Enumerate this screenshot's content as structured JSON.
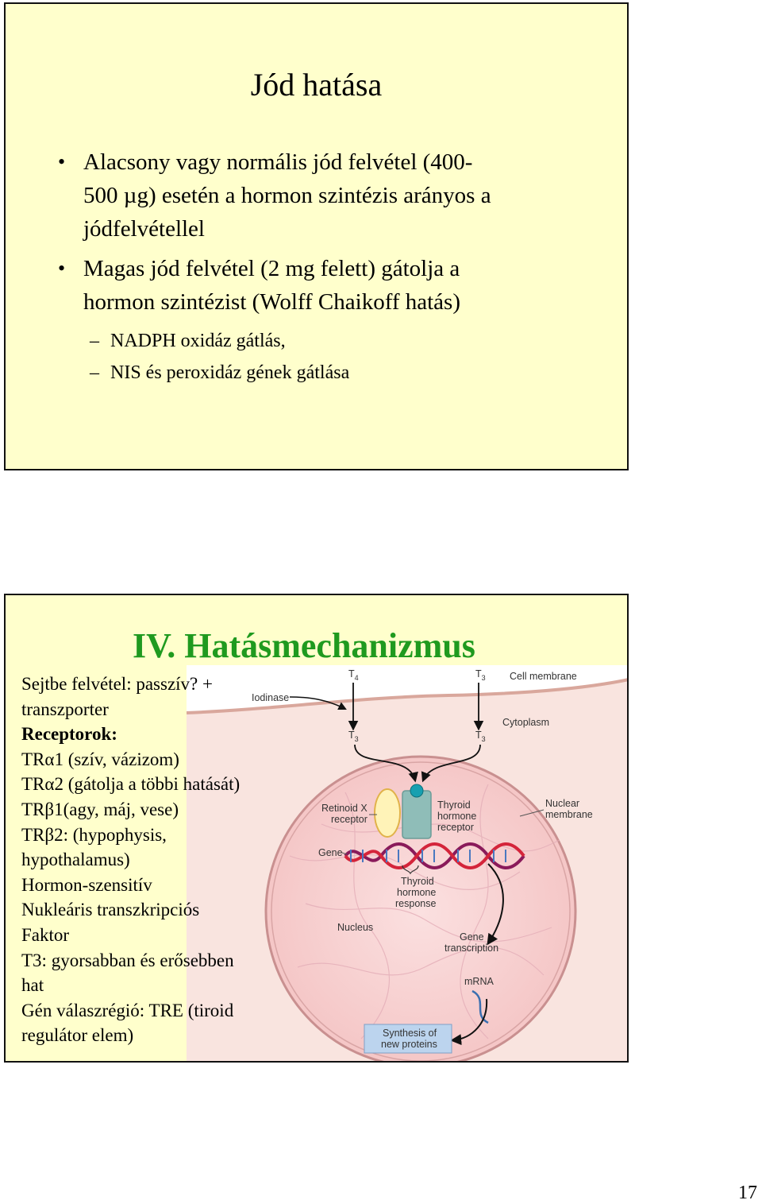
{
  "slide1": {
    "title": "Jód hatása",
    "bullets": [
      {
        "lines": [
          "Alacsony vagy normális jód felvétel (400-",
          "500 µg) esetén a hormon szintézis arányos a",
          "jódfelvétellel"
        ]
      },
      {
        "lines": [
          "Magas jód felvétel (2 mg felett) gátolja a",
          "hormon szintézist (Wolff Chaikoff hatás)"
        ]
      }
    ],
    "bullet_symbol": "•",
    "dash_symbol": "–",
    "subitems": [
      "NADPH oxidáz gátlás,",
      "NIS és peroxidáz gének gátlása"
    ]
  },
  "slide2": {
    "title": "IV. Hatásmechanizmus",
    "title_color": "#1f9a1f",
    "text_lines": [
      "Sejtbe felvétel: passzív? +",
      "transzporter",
      "Receptorok:",
      "TRα1 (szív, vázizom)",
      "TRα2 (gátolja a többi hatását)",
      "TRβ1(agy, máj, vese)",
      "TRβ2: (hypophysis,",
      "hypothalamus)",
      "Hormon-szensitív",
      "Nukleáris transzkripciós",
      "Faktor",
      "T3: gyorsabban és erősebben",
      "hat",
      "Gén válaszrégió: TRE (tiroid",
      "regulátor elem)"
    ],
    "figure": {
      "t4_label": "T",
      "t4_sub": "4",
      "t3_label": "T",
      "t3_sub": "3",
      "cell_membrane": "Cell membrane",
      "iodinase": "Iodinase",
      "cytoplasm": "Cytoplasm",
      "retinoid_x": [
        "Retinoid X",
        "receptor"
      ],
      "thyroid_receptor": [
        "Thyroid",
        "hormone",
        "receptor"
      ],
      "nuclear_membrane": [
        "Nuclear",
        "membrane"
      ],
      "gene": "Gene",
      "thyroid_response": [
        "Thyroid",
        "hormone",
        "response"
      ],
      "nucleus": "Nucleus",
      "gene_transcription": [
        "Gene",
        "transcription"
      ],
      "mrna": "mRNA",
      "synthesis": [
        "Synthesis of",
        "new proteins"
      ]
    }
  },
  "page_number": "17"
}
